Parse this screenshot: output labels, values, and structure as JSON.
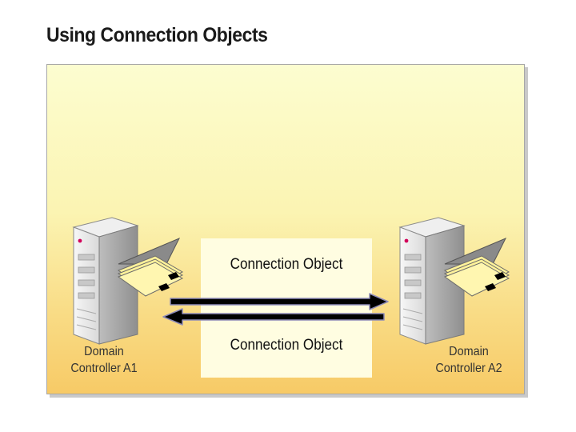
{
  "slide": {
    "title": "Using Connection Objects"
  },
  "connection_object": {
    "top_label": "Connection Object",
    "bottom_label": "Connection Object"
  },
  "servers": [
    {
      "label_line1": "Domain",
      "label_line2": "Controller A1"
    },
    {
      "label_line1": "Domain",
      "label_line2": "Controller A2"
    }
  ],
  "colors": {
    "panel_top": "#fcfdd0",
    "panel_bottom": "#f7ca66",
    "label_box": "#fffde1",
    "arrow": "#000000",
    "arrow_outline": "#8d8ab8"
  }
}
